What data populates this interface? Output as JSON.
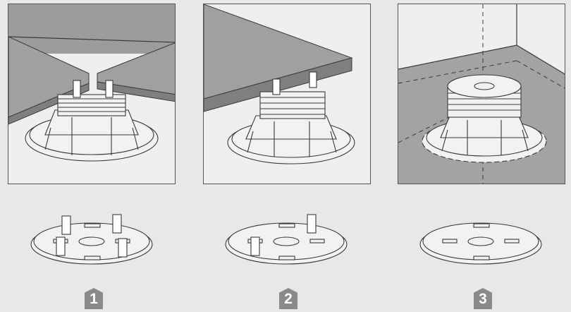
{
  "steps": [
    {
      "number": "1",
      "variant": "four-tabs",
      "background": "tile-corner"
    },
    {
      "number": "2",
      "variant": "two-tabs",
      "background": "tile-edge"
    },
    {
      "number": "3",
      "variant": "no-tabs",
      "background": "wall-corner"
    }
  ],
  "colors": {
    "panel_light": "#efefef",
    "panel_dark": "#a3a3a3",
    "tile": "#9e9e9e",
    "tile_edge": "#7f7f7f",
    "stroke": "#3a3a3a",
    "pedestal": "#f2f2f2",
    "badge": "#8a8a8a"
  }
}
